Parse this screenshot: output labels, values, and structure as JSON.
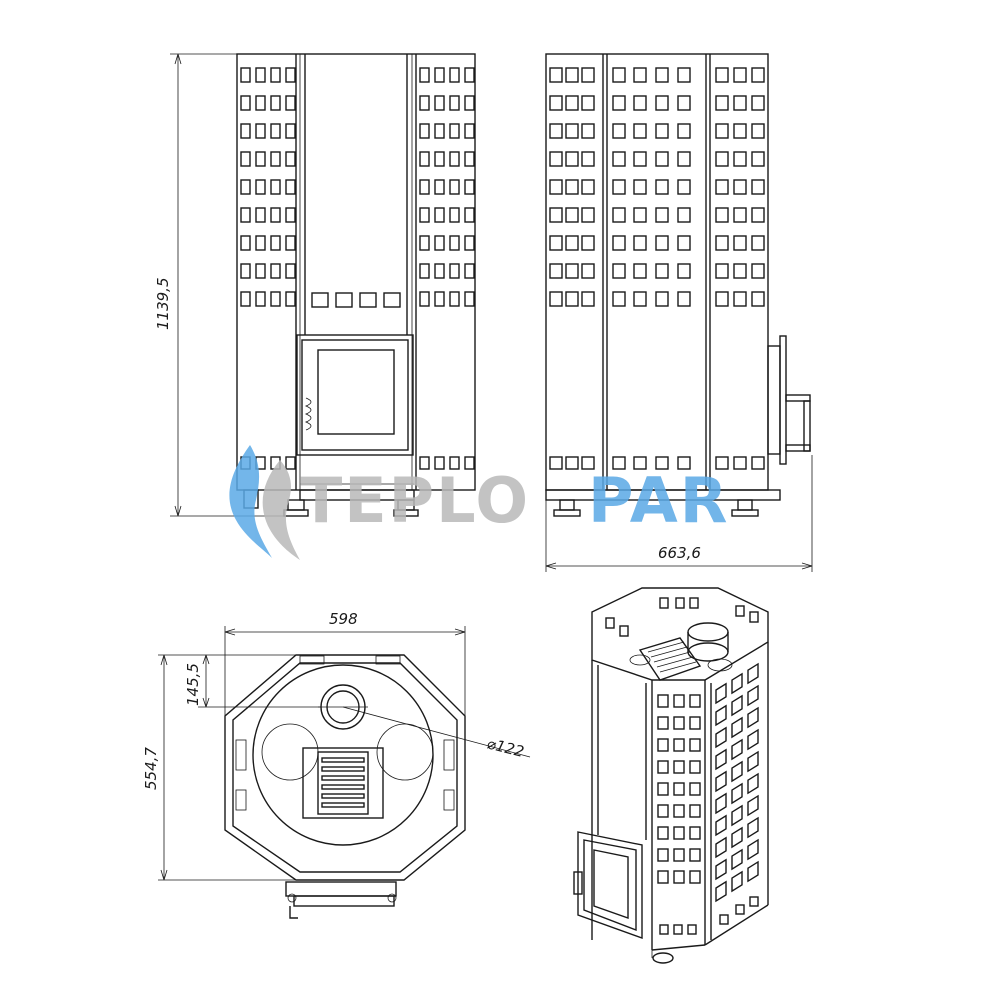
{
  "dimensions": {
    "height": "1139,5",
    "depth": "663,6",
    "width": "598",
    "plan_depth": "554,7",
    "flue_offset": "145,5",
    "flue_diameter": "⌀122"
  },
  "watermark": {
    "brand_a": "TEPLO",
    "brand_b": "PAR",
    "color_a": "#b9b9b9",
    "color_b": "#5aa9e6"
  },
  "views": [
    "front-view",
    "side-view",
    "top-view",
    "isometric-view"
  ]
}
